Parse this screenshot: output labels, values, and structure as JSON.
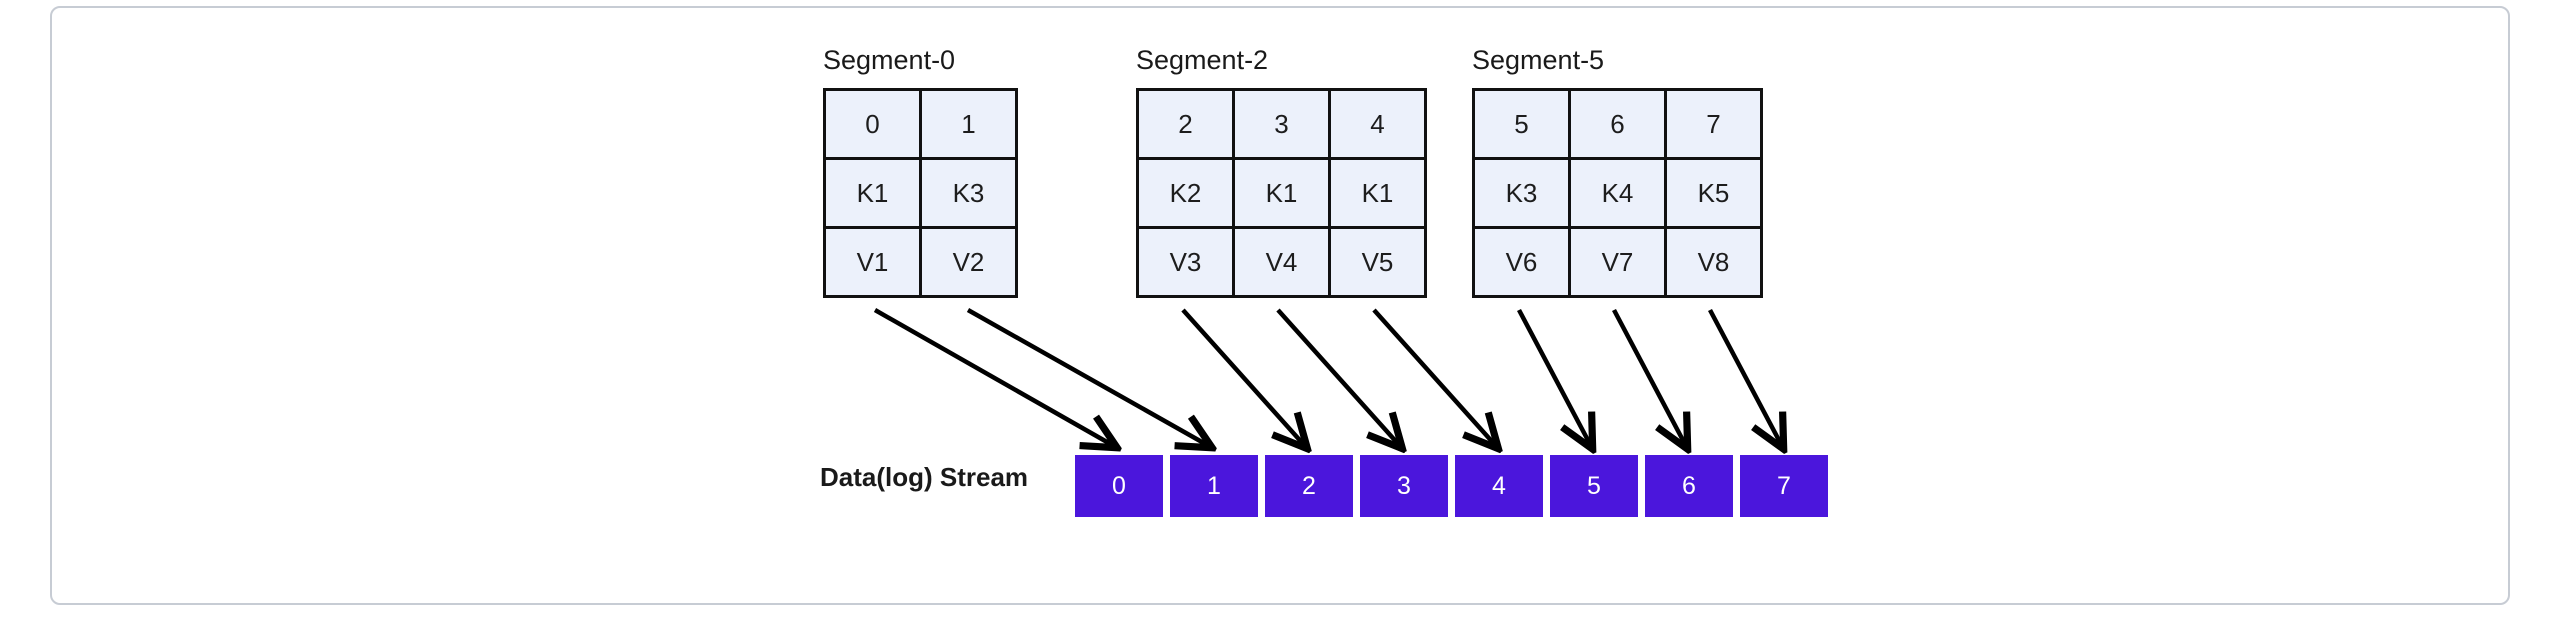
{
  "diagram": {
    "title_note": "Segments mapping into a data log stream",
    "colors": {
      "frame_border": "#c7ccd4",
      "cell_fill": "#ecf1fb",
      "cell_border": "#111111",
      "stream_fill": "#4B16DC",
      "stream_text": "#ffffff",
      "arrow": "#000000"
    },
    "segments": [
      {
        "label": "Segment-0",
        "columns": 2,
        "rows": [
          [
            "0",
            "1"
          ],
          [
            "K1",
            "K3"
          ],
          [
            "V1",
            "V2"
          ]
        ]
      },
      {
        "label": "Segment-2",
        "columns": 3,
        "rows": [
          [
            "2",
            "3",
            "4"
          ],
          [
            "K2",
            "K1",
            "K1"
          ],
          [
            "V3",
            "V4",
            "V5"
          ]
        ]
      },
      {
        "label": "Segment-5",
        "columns": 3,
        "rows": [
          [
            "5",
            "6",
            "7"
          ],
          [
            "K3",
            "K4",
            "K5"
          ],
          [
            "V6",
            "V7",
            "V8"
          ]
        ]
      }
    ],
    "stream": {
      "label": "Data(log) Stream",
      "cells": [
        "0",
        "1",
        "2",
        "3",
        "4",
        "5",
        "6",
        "7"
      ]
    },
    "arrows": [
      {
        "from_segment": "Segment-0",
        "from_column": 0,
        "to_stream_cell": "0"
      },
      {
        "from_segment": "Segment-0",
        "from_column": 1,
        "to_stream_cell": "1"
      },
      {
        "from_segment": "Segment-2",
        "from_column": 0,
        "to_stream_cell": "2"
      },
      {
        "from_segment": "Segment-2",
        "from_column": 1,
        "to_stream_cell": "3"
      },
      {
        "from_segment": "Segment-2",
        "from_column": 2,
        "to_stream_cell": "4"
      },
      {
        "from_segment": "Segment-5",
        "from_column": 0,
        "to_stream_cell": "5"
      },
      {
        "from_segment": "Segment-5",
        "from_column": 1,
        "to_stream_cell": "6"
      },
      {
        "from_segment": "Segment-5",
        "from_column": 2,
        "to_stream_cell": "7"
      }
    ]
  }
}
